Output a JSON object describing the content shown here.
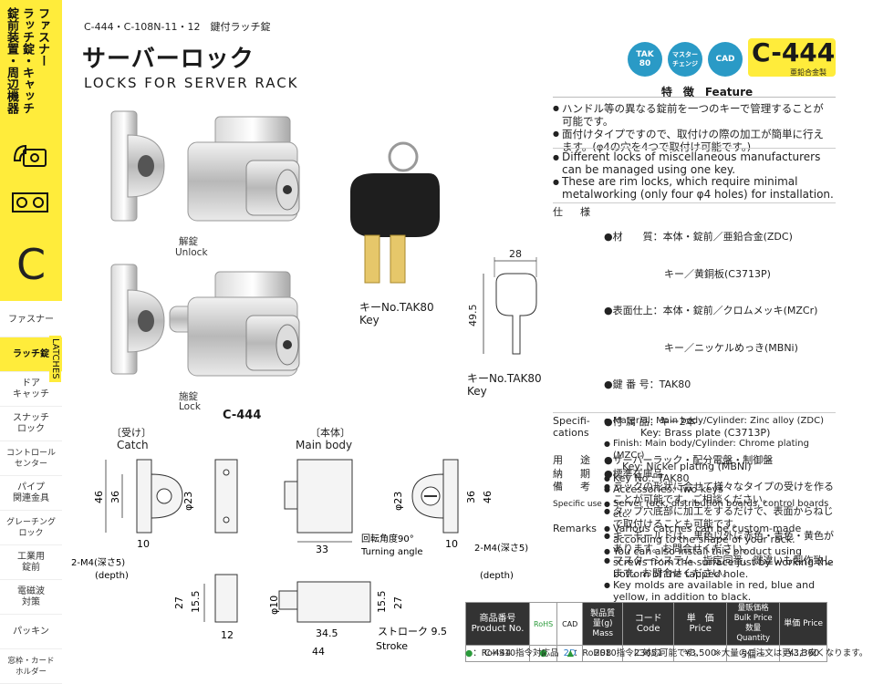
{
  "sidebar": {
    "vertical_title": [
      "ファスナー",
      "ラッチ錠・キャッチ",
      "錠前装置・周辺機器"
    ],
    "section_letter": "C",
    "items": [
      {
        "label": "ファスナー"
      },
      {
        "label": "ラッチ錠",
        "active": true
      },
      {
        "label": "ドア\nキャッチ"
      },
      {
        "label": "スナッチ\nロック"
      },
      {
        "label": "コントロール\nセンター"
      },
      {
        "label": "パイプ\n関連金具"
      },
      {
        "label": "グレーチング\nロック"
      },
      {
        "label": "工業用\n錠前"
      },
      {
        "label": "電磁波\n対策"
      },
      {
        "label": "パッキン"
      },
      {
        "label": "窓枠・カード\nホルダー"
      }
    ],
    "latches_label": "LATCHES"
  },
  "header": {
    "code_line": "C-444・C-108N-11・12　鍵付ラッチ錠",
    "title_jp": "サーバーロック",
    "title_en": "LOCKS FOR SERVER RACK",
    "badges": [
      {
        "label": "TAK\n80",
        "icon": "key-icon"
      },
      {
        "label": "マスター\nチェンジ",
        "icon": "master-change-icon"
      },
      {
        "label": "CAD",
        "icon": "cad-file-icon"
      }
    ],
    "model": "C-444",
    "model_sub": "亜鉛合金製"
  },
  "photos": {
    "unlock_jp": "解錠",
    "unlock_en": "Unlock",
    "lock_jp": "施錠",
    "lock_en": "Lock",
    "caption": "C-444",
    "key_caption_jp": "キーNo.TAK80",
    "key_caption_en": "Key"
  },
  "key_drawing": {
    "width": "28",
    "height": "49.5",
    "caption_jp": "キーNo.TAK80",
    "caption_en": "Key"
  },
  "features": {
    "title": "特　徴　Feature",
    "jp": [
      "ハンドル等の異なる錠前を一つのキーで管理することが可能です。",
      "面付けタイプですので、取付けの際の加工が簡単に行えます。(φ4の穴を4つで取付け可能です。)"
    ],
    "en": [
      "Different locks of miscellaneous manufacturers can be managed using one key.",
      "These are rim locks, which require minimal metalworking (only four φ4 holes) for installation."
    ]
  },
  "specs_jp": {
    "label": "仕　様",
    "lines": [
      "●材　　質：本体・錠前／亜鉛合金(ZDC)",
      "　　　　　　キー／黄銅板(C3713P)",
      "●表面仕上：本体・錠前／クロムメッキ(MZCr)",
      "　　　　　　キー／ニッケルめっき(MBNi)",
      "●鍵 番 号：TAK80",
      "●付 属 品：キー2本"
    ],
    "use_label": "用　途",
    "use": "●サーバーラック・配分電盤・制御盤",
    "delivery_label": "納　期",
    "delivery": "●標準在庫品",
    "remarks_label": "備　考",
    "remarks": [
      "ラックの形状に合せて様々なタイプの受けを作ることが可能です。ご相談ください。",
      "タップ穴底部に加工をするだけで、表面からねじで取付けることも可能です。",
      "キーモールドは、黒色以外に赤色・青色・黄色があります。お問合せください。",
      "マスターシステム、指定同番、鍵違いも製作致します。お問合せください。"
    ]
  },
  "specs_en": {
    "spec_label": "Specifi-\ncations",
    "spec_lines": [
      "Material: Main body/Cylinder: Zinc alloy (ZDC)",
      "Key: Brass plate (C3713P)",
      "Finish: Main body/Cylinder: Chrome plating (MZCr)",
      "Key: Nickel plating (MBNi)",
      "Key No.: TAK80",
      "Accessories: Two keys"
    ],
    "use_label": "Specific use",
    "use": "Server rack, distribution boards, control boards etc.",
    "remarks_label": "Remarks",
    "remarks": [
      "Various catches can be custom-made according to the shape of your rack.",
      "You can also install this product using screws from the surface just by working the bottom of the tapped hole.",
      "Key molds are available in red, blue and yellow, in addition to black."
    ]
  },
  "drawing": {
    "catch_jp": "〔受け〕",
    "catch_en": "Catch",
    "body_jp": "〔本体〕",
    "body_en": "Main body",
    "dims": {
      "d46": "46",
      "d36": "36",
      "d23": "φ23",
      "d10": "10",
      "d33": "33",
      "d27": "27",
      "d155": "15.5",
      "d12": "12",
      "d345": "34.5",
      "d44": "44",
      "phi10": "φ10"
    },
    "m4_jp": "2-M4(深さ5)",
    "m4_en": "(depth)",
    "turn_jp": "回転角度90°",
    "turn_en": "Turning angle",
    "stroke_jp": "ストローク 9.5",
    "stroke_en": "Stroke"
  },
  "table": {
    "headers": [
      "商品番号\nProduct No.",
      "RoHS",
      "CAD",
      "製品質量(g)\nMass",
      "コード\nCode",
      "単　価\nPrice",
      "量販価格 Bulk Price 数量 Quantity",
      "単価 Price"
    ],
    "row": [
      "C-444",
      "",
      "2D",
      "208",
      "23651",
      "¥3,500",
      "5個〜",
      "¥3,360"
    ]
  },
  "footnote": {
    "rohs": "：RoHS10指令対応品",
    "rohs_tri": "：RoHS10指令に対応可能です。",
    "bulk": "※大量のご注文は更にお安くなります。"
  }
}
